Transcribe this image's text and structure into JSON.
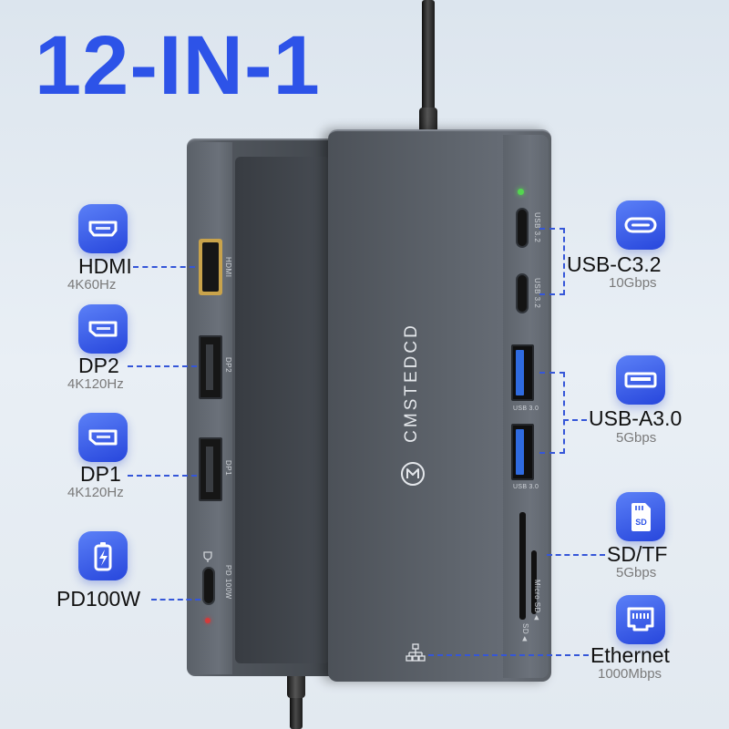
{
  "title": "12-IN-1",
  "brand": "CMSTEDCD",
  "colors": {
    "accent": "#2d53e8",
    "hdmi_gold": "#c9a34b",
    "usb_a_blue": "#2f6be0",
    "led_green": "#53d64f",
    "pd_led_red": "#d33b3b",
    "connector_line": "#3556d8"
  },
  "left_labels": [
    {
      "name": "HDMI",
      "spec": "4K60Hz",
      "icon": "hdmi-icon"
    },
    {
      "name": "DP2",
      "spec": "4K120Hz",
      "icon": "displayport-icon"
    },
    {
      "name": "DP1",
      "spec": "4K120Hz",
      "icon": "displayport-icon"
    },
    {
      "name": "PD100W",
      "icon": "battery-charging-icon"
    }
  ],
  "right_labels": [
    {
      "name": "USB-C3.2",
      "spec": "10Gbps",
      "icon": "usb-c-icon"
    },
    {
      "name": "USB-A3.0",
      "spec": "5Gbps",
      "icon": "usb-a-icon"
    },
    {
      "name": "SD/TF",
      "spec": "5Gbps",
      "icon": "sd-card-icon",
      "icon_text": "SD"
    },
    {
      "name": "Ethernet",
      "spec": "1000Mbps",
      "icon": "ethernet-icon"
    }
  ],
  "device_port_labels": {
    "hdmi": "HDMI",
    "dp2": "DP2",
    "dp1": "DP1",
    "pd": "PD 100W",
    "usb_c_1": "USB 3.2",
    "usb_c_2": "USB 3.2",
    "usb_a_1": "USB 3.0",
    "usb_a_2": "USB 3.0",
    "sd": "SD",
    "micro_sd": "Micro SD"
  }
}
